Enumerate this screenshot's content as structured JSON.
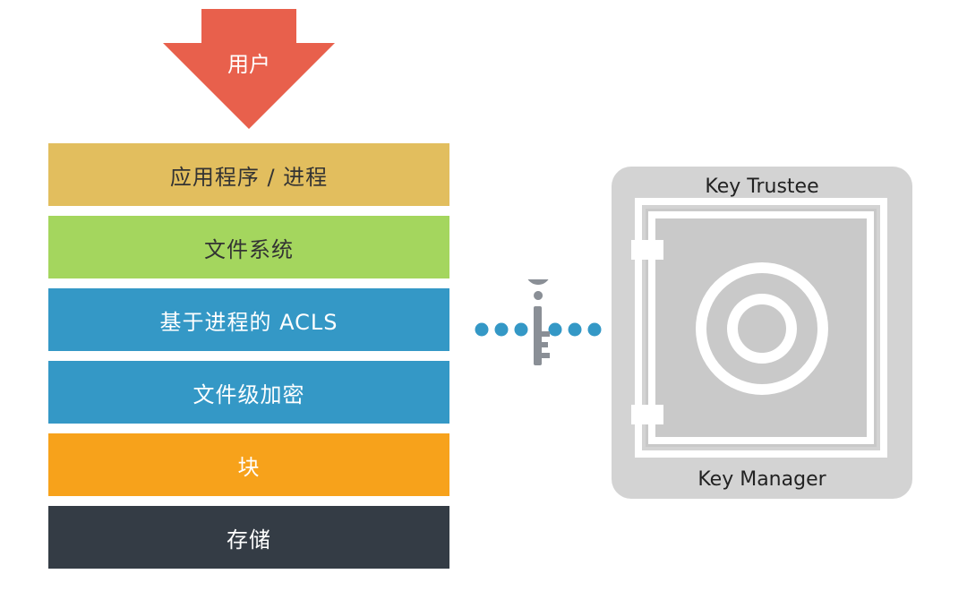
{
  "user_arrow": {
    "label": "用户",
    "color": "#E8604C"
  },
  "layers": [
    {
      "label": "应用程序 / 进程",
      "bg": "#E2BE5E",
      "fg": "#333333"
    },
    {
      "label": "文件系统",
      "bg": "#A4D65E",
      "fg": "#333333"
    },
    {
      "label": "基于进程的 ACLS",
      "bg": "#3498C6",
      "fg": "#ffffff"
    },
    {
      "label": "文件级加密",
      "bg": "#3498C6",
      "fg": "#ffffff"
    },
    {
      "label": "块",
      "bg": "#F7A21B",
      "fg": "#ffffff"
    },
    {
      "label": "存储",
      "bg": "#343C45",
      "fg": "#ffffff"
    }
  ],
  "key_link": {
    "dot_color": "#3498C6",
    "key_color": "#8A8F96"
  },
  "vault": {
    "top_label": "Key Trustee",
    "bottom_label": "Key Manager",
    "body_color": "#D3D3D3",
    "line_color": "#ffffff",
    "inner_color": "#C9C9C9"
  }
}
